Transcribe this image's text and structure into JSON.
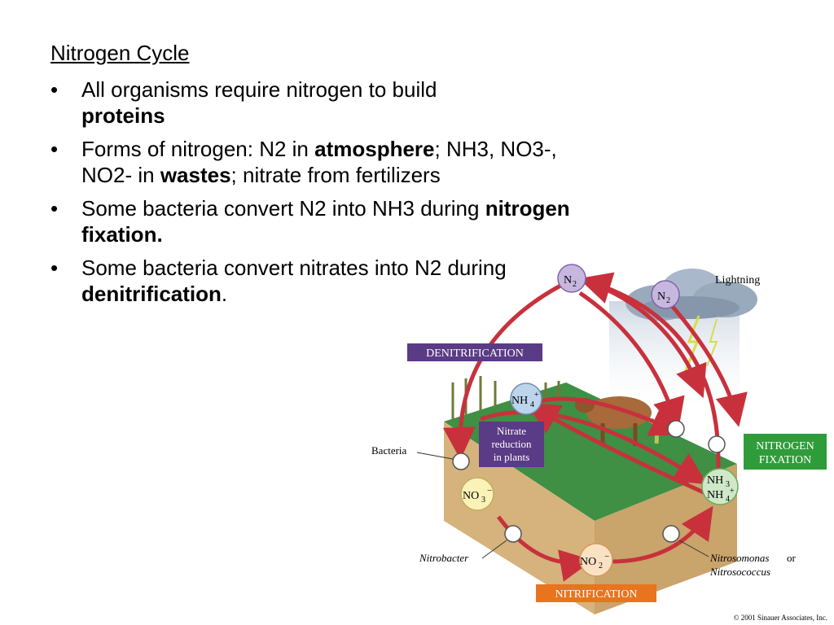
{
  "slide": {
    "title": "Nitrogen Cycle",
    "bullet_char": "•",
    "bullets": [
      {
        "parts": [
          "All organisms require nitrogen to build ",
          "proteins",
          ""
        ]
      },
      {
        "parts": [
          "Forms of nitrogen: N2 in ",
          "atmosphere",
          "; NH3, NO3-, NO2- in ",
          "wastes",
          "; nitrate from fertilizers"
        ]
      },
      {
        "parts": [
          "Some bacteria convert N2 into NH3 during ",
          "nitrogen fixation.",
          ""
        ]
      },
      {
        "parts": [
          "Some bacteria convert nitrates into N2 during ",
          "denitrification",
          "."
        ]
      }
    ]
  },
  "figure": {
    "labels": {
      "lightning": "Lightning",
      "denitrification": "DENITRIFICATION",
      "nitrogen_fixation_1": "NITROGEN",
      "nitrogen_fixation_2": "FIXATION",
      "nitrification": "NITRIFICATION",
      "nitrate_reduction_1": "Nitrate",
      "nitrate_reduction_2": "reduction",
      "nitrate_reduction_3": "in plants",
      "bacteria": "Bacteria",
      "nitrobacter": "Nitrobacter",
      "nitrosomonas": "Nitrosomonas",
      "or": "or",
      "nitrosococcus": "Nitrosococcus",
      "copyright": "© 2001 Sinauer Associates, Inc."
    },
    "molecules": {
      "n2": "N",
      "n2_sub": "2",
      "nh4": "NH",
      "nh4_sub": "4",
      "nh4_sup": "+",
      "nh3": "NH",
      "nh3_sub": "3",
      "no3": "NO",
      "no3_sub": "3",
      "no3_sup": "−",
      "no2": "NO",
      "no2_sub": "2",
      "no2_sup": "−"
    },
    "colors": {
      "denitrification_box": "#5a3b86",
      "nitrogen_fixation_box": "#2f9c3a",
      "nitrification_box": "#e8741e",
      "nitrate_box": "#5a3b86",
      "arrow": "#c8313c",
      "grass": "#3f8f44"
    }
  }
}
